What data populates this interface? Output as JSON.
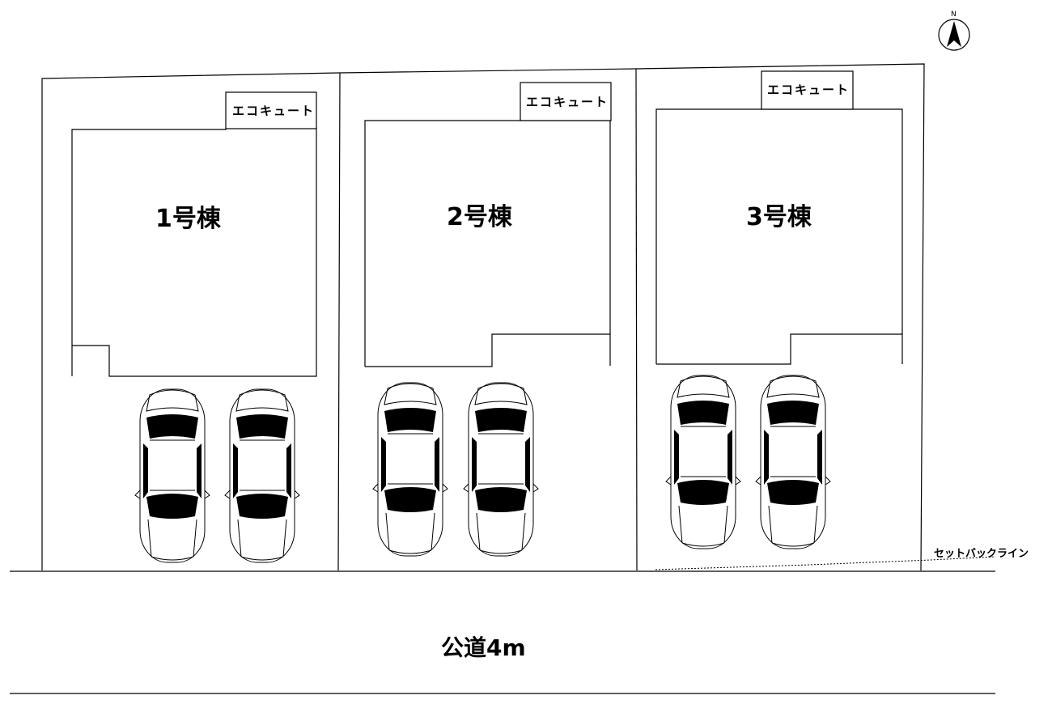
{
  "compass": {
    "north_label": "N",
    "icon": "north-arrow-icon"
  },
  "lots": [
    {
      "unit_label": "1号棟",
      "equipment_label": "エコキュート",
      "parking_spaces": 2
    },
    {
      "unit_label": "2号棟",
      "equipment_label": "エコキュート",
      "parking_spaces": 2
    },
    {
      "unit_label": "3号棟",
      "equipment_label": "エコキュート",
      "parking_spaces": 2
    }
  ],
  "setback_line_label": "セットバックライン",
  "road_label": "公道4m",
  "colors": {
    "line": "#000000",
    "background": "#ffffff",
    "car_glass": "#000000"
  }
}
